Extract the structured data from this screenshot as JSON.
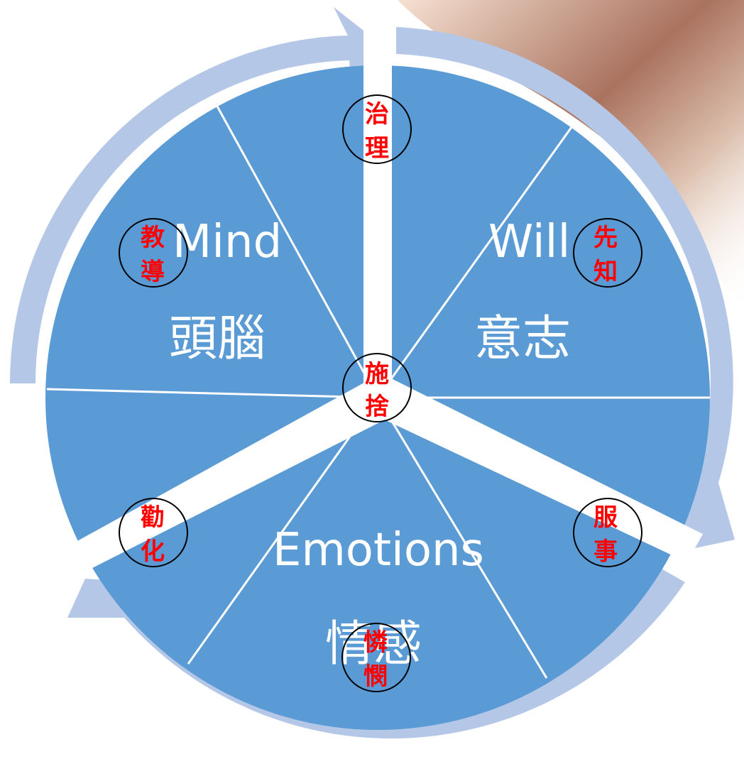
{
  "segments": {
    "mind": {
      "en": "Mind",
      "zh": "頭腦"
    },
    "will": {
      "en": "Will",
      "zh": "意志"
    },
    "emotions": {
      "en": "Emotions",
      "zh": "情感"
    }
  },
  "gifts": {
    "center": [
      "施",
      "捨"
    ],
    "top": [
      "治",
      "理"
    ],
    "upper_left": [
      "教",
      "導"
    ],
    "upper_right": [
      "先",
      "知"
    ],
    "lower_left": [
      "勸",
      "化"
    ],
    "lower_right": [
      "服",
      "事"
    ],
    "bottom": [
      "憐",
      "憫"
    ]
  },
  "colors": {
    "circle_fill": "#5b9bd5",
    "ring_arrows": "#b4c7e7",
    "divider": "#ffffff",
    "gift_text": "#ff0000",
    "gift_circle": "#000000"
  }
}
